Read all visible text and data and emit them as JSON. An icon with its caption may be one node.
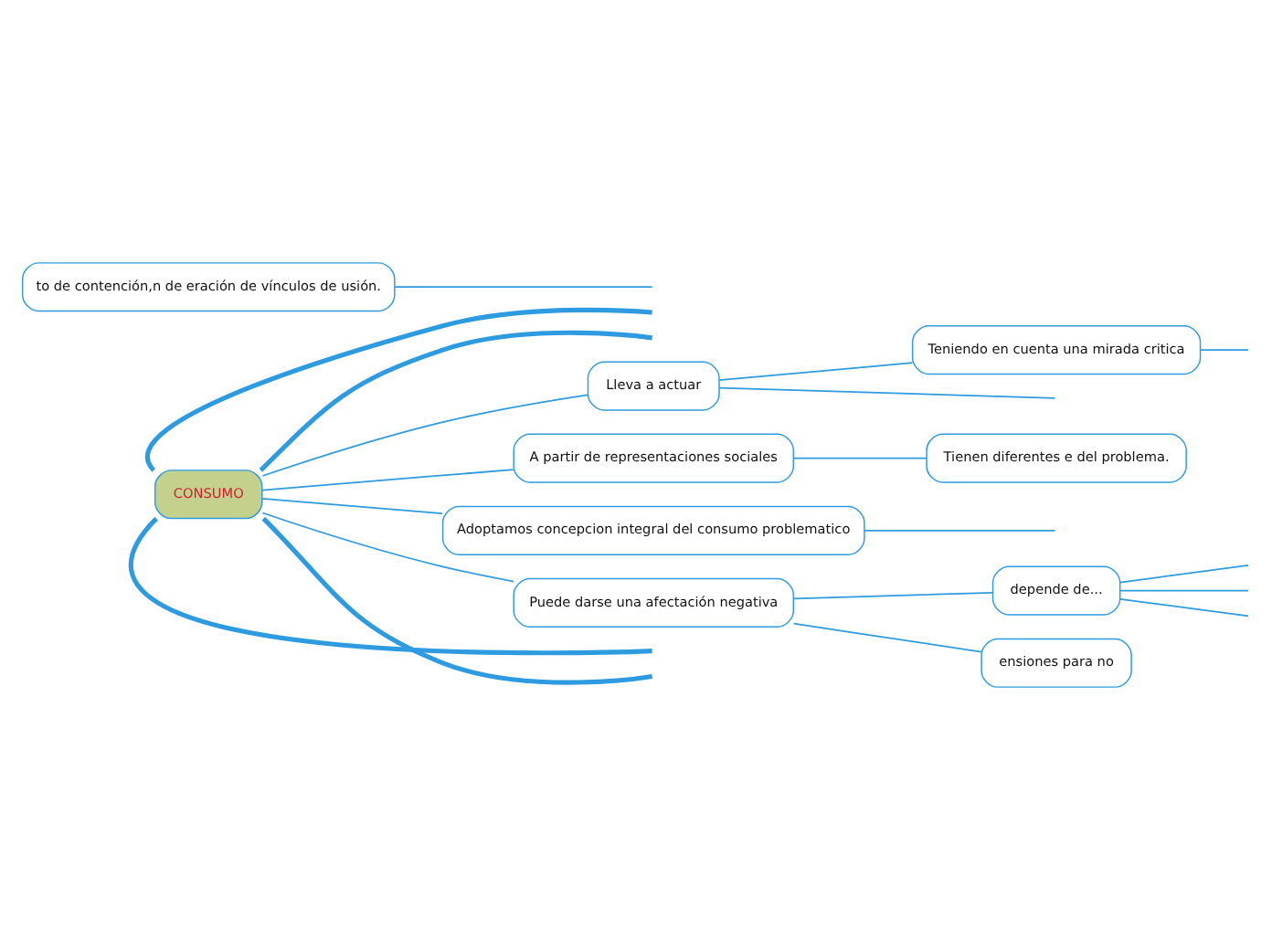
{
  "diagram": {
    "nodes": [
      {
        "text": [
          "CONSUMO"
        ]
      },
      {
        "text": [
          "Lleva a actuar"
        ]
      },
      {
        "text": [
          "Teniendo en cuenta una mirada critica"
        ]
      },
      {
        "text": [
          "A partir de representaciones sociales"
        ]
      },
      {
        "text": [
          "Tienen diferentes e del problema."
        ]
      },
      {
        "text": [
          "Adoptamos concepcion integral del consumo problematico"
        ]
      },
      {
        "text": [
          "Puede darse una afectación negativa"
        ]
      },
      {
        "text": [
          "depende de..."
        ]
      },
      {
        "text": [
          "ensiones para no"
        ]
      },
      {
        "text": [
          "to de contención,n de eración de vínculos de usión."
        ]
      }
    ],
    "edges": [
      {
        "from": 0,
        "to": 1,
        "arrow": "none"
      },
      {
        "from": 1,
        "to": 2,
        "arrow": "none"
      },
      {
        "from": 1,
        "to": null,
        "arrow": "none"
      },
      {
        "from": 2,
        "to": null,
        "arrow": "none"
      },
      {
        "from": 0,
        "to": 3,
        "arrow": "none"
      },
      {
        "from": 3,
        "to": 4,
        "arrow": "none"
      },
      {
        "from": 0,
        "to": 5,
        "arrow": "none"
      },
      {
        "from": 5,
        "to": null,
        "arrow": "none"
      },
      {
        "from": 0,
        "to": 6,
        "arrow": "none"
      },
      {
        "from": 6,
        "to": 7,
        "arrow": "none"
      },
      {
        "from": 6,
        "to": 8,
        "arrow": "none"
      },
      {
        "from": 7,
        "to": null,
        "arrow": "none"
      },
      {
        "from": 7,
        "to": null,
        "arrow": "none"
      },
      {
        "from": 7,
        "to": null,
        "arrow": "none"
      },
      {
        "from": 0,
        "to": null,
        "arrow": "none",
        "style": "thick"
      },
      {
        "from": 0,
        "to": null,
        "arrow": "none",
        "style": "thick"
      },
      {
        "from": 0,
        "to": null,
        "arrow": "none",
        "style": "thick"
      },
      {
        "from": 0,
        "to": null,
        "arrow": "none",
        "style": "thick"
      },
      {
        "from": 9,
        "to": null,
        "arrow": "none"
      }
    ]
  }
}
